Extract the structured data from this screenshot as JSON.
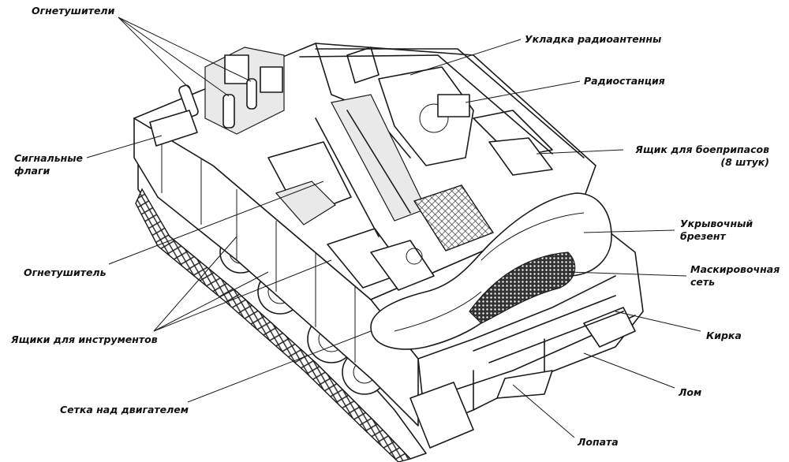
{
  "labels": {
    "extinguishers": "Огнетушители",
    "antenna_stowage": "Укладка радиоантенны",
    "radio": "Радиостанция",
    "signal_flags_1": "Сигнальные",
    "signal_flags_2": "флаги",
    "ammo_box_1": "Ящик для боеприпасов",
    "ammo_box_2": "(8 штук)",
    "tarpaulin_1": "Укрывочный",
    "tarpaulin_2": "брезент",
    "extinguisher": "Огнетушитель",
    "camo_net_1": "Маскировочная",
    "camo_net_2": "сеть",
    "toolboxes": "Ящики для инструментов",
    "pickaxe": "Кирка",
    "crowbar": "Лом",
    "engine_grille": "Сетка над двигателем",
    "shovel": "Лопата"
  }
}
